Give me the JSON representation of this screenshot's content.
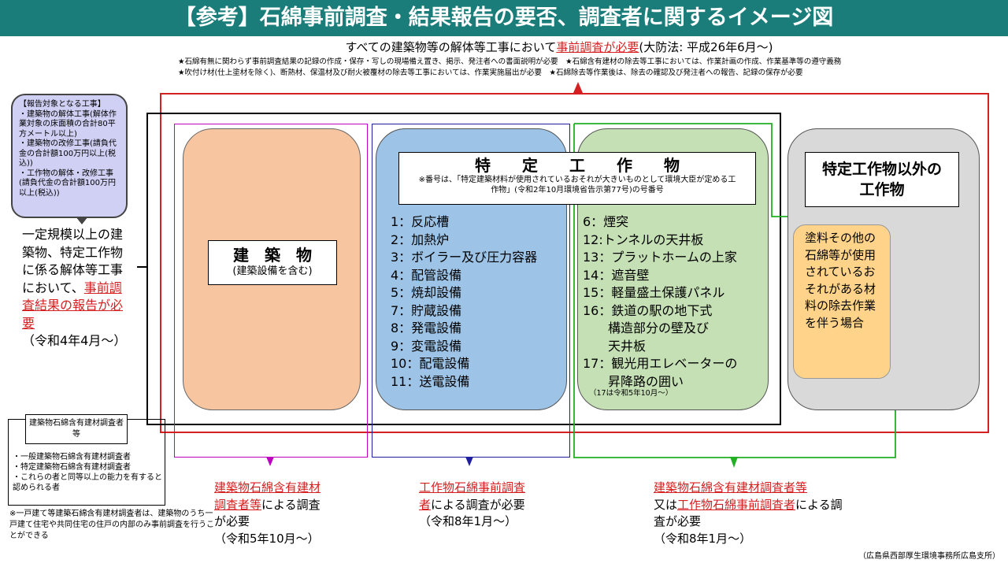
{
  "title": "【参考】石綿事前調査・結果報告の要否、調査者に関するイメージ図",
  "intro": {
    "prefix": "すべての建築物等の解体等工事において",
    "highlight": "事前調査が必要",
    "suffix": "(大防法: 平成26年6月～)"
  },
  "notes": [
    "★石綿有無に関わらず事前調査結果の記録の作成・保存・写しの現場備え置き、掲示、発注者への書面説明が必要　★石綿含有建材の除去等工事においては、作業計画の作成、作業基準等の遵守義務",
    "★吹付け材(仕上塗材を除く)、断熱材、保温材及び耐火被覆材の除去等工事においては、作業実施届出が必要　★石綿除去等作業後は、除去の確認及び発注者への報告、記録の保存が必要"
  ],
  "report_bubble": {
    "heading": "【報告対象となる工事】",
    "items": [
      "・建築物の解体工事(解体作業対象の床面積の合計80平方メートル以上)",
      "・建築物の改修工事(請負代金の合計額100万円以上(税込))",
      "・工作物の解体・改修工事(請負代金の合計額100万円以上(税込))"
    ]
  },
  "left_text": {
    "body": "一定規模以上の建築物、特定工作物に係る解体等工事において、",
    "highlight": "事前調査結果の報告が必要",
    "date": "（令和4年4月～）"
  },
  "building": {
    "title": "建　築　物",
    "subtitle": "(建築設備を含む)"
  },
  "specific_structures": {
    "title": "特　　定　　工　　作　　物",
    "note": "※番号は、「特定建築材料が使用されているおそれが大きいものとして環境大臣が定める工作物」(令和2年10月環境省告示第77号)の号番号",
    "blue_items": [
      "1：反応槽",
      "2：加熱炉",
      "3：ボイラー及び圧力容器",
      "4：配管設備",
      "5：焼却設備",
      "7：貯蔵設備",
      "8：発電設備",
      "9：変電設備",
      "10：配電設備",
      "11：送電設備"
    ],
    "green_items": [
      "6：煙突",
      "12:トンネルの天井板",
      "13：プラットホームの上家",
      "14：遮音壁",
      "15：軽量盛土保護パネル",
      "16：鉄道の駅の地下式",
      "　　構造部分の壁及び",
      "　　天井板",
      "17：観光用エレベーターの",
      "　　昇降路の囲い"
    ],
    "green_note": "（17は令和5年10月～）"
  },
  "other_structures": {
    "title": "特定工作物以外の工作物",
    "note": "塗料その他の石綿等が使用されているおそれがある材料の除去作業を伴う場合"
  },
  "assessor_box": {
    "title": "建築物石綿含有建材調査者等",
    "items": [
      "・一般建築物石綿含有建材調査者",
      "・特定建築物石綿含有建材調査者",
      "・これらの者と同等以上の能力を有すると認められる者"
    ],
    "footnote": "※一戸建て等建築石綿含有建材調査者は、建築物のうち一戸建て住宅や共同住宅の住戸の内部のみ事前調査を行うことができる"
  },
  "bottom": {
    "building": {
      "highlight": "建築物石綿含有建材調査者等",
      "rest": "による調査が必要",
      "date": "（令和5年10月～）"
    },
    "structure": {
      "highlight": "工作物石綿事前調査者",
      "rest": "による調査が必要",
      "date": "（令和8年1月～）"
    },
    "green": {
      "highlight1": "建築物石綿含有建材調査者等",
      "mid": "又は",
      "highlight2": "工作物石綿事前調査者",
      "rest": "による調査が必要",
      "date": "（令和8年1月～）"
    }
  },
  "credit": "（広島県西部厚生環境事務所広島支所）",
  "colors": {
    "title_bg": "#1a7d7a",
    "building_fill": "#f7c5a0",
    "blue_fill": "#9dc3e6",
    "green_fill": "#c5e0b4",
    "gray_fill": "#d9d9d9",
    "yellow_fill": "#ffd48a",
    "red_line": "#d42020",
    "magenta_line": "#c000c0",
    "navy_line": "#1f1fa0",
    "green_line": "#22b022"
  }
}
